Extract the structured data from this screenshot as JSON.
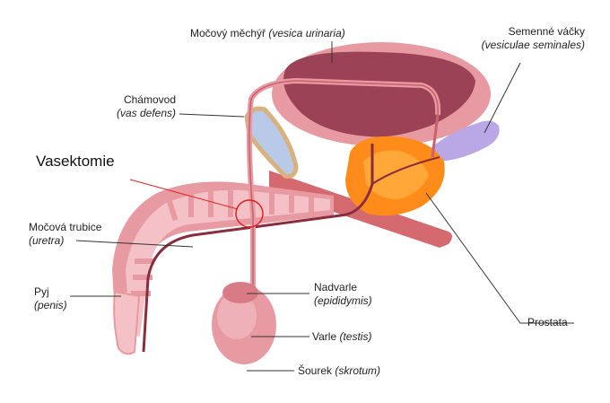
{
  "labels": {
    "bladder": {
      "name": "Močový měchýř",
      "latin": "(vesica urinaria)"
    },
    "seminal": {
      "name": "Semenné váčky",
      "latin": "(vesiculae seminales)"
    },
    "vas": {
      "name": "Chámovod",
      "latin": "(vas defens)"
    },
    "vasectomy": {
      "name": "Vasektomie"
    },
    "urethra": {
      "name": "Močová trubice",
      "latin": "(uretra)"
    },
    "penis": {
      "name": "Pyj",
      "latin": "(penis)"
    },
    "epididymis": {
      "name": "Nadvarle",
      "latin": "(epididymis)"
    },
    "testis": {
      "name": "Varle",
      "latin": "(testis)"
    },
    "scrotum": {
      "name": "Šourek",
      "latin": "(skrotum)"
    },
    "prostate": {
      "name": "Prostata"
    }
  },
  "colors": {
    "tissue": "#e89aa2",
    "tissue_light": "#f4c2c6",
    "tissue_dark": "#c9606c",
    "bladder_inner": "#9b4256",
    "prostate": "#ff8c1a",
    "prostate_light": "#ffb347",
    "seminal_vesicle": "#b9a7e6",
    "pubic_bone": "#b9c9e8",
    "urethra_line": "#8a2d3c",
    "vasectomy_marker": "#e02020",
    "leader_line": "#333333"
  }
}
